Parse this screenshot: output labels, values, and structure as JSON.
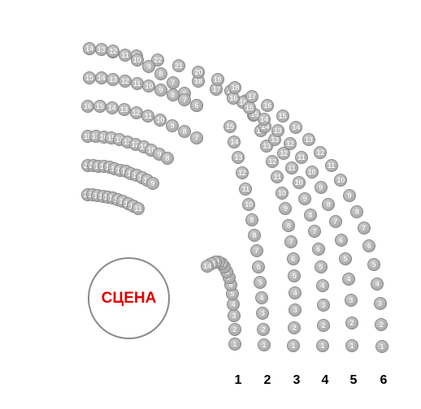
{
  "stage": {
    "label": "СЦЕНА"
  },
  "row_labels": [
    "1",
    "2",
    "3",
    "4",
    "5",
    "6"
  ],
  "colors": {
    "stage_text": "#e00000",
    "seat_fill": "#b3b3b3",
    "seat_text": "#ffffff"
  },
  "sections": {
    "right": [
      {
        "row": "1",
        "seats": [
          "1",
          "2",
          "3",
          "4",
          "5",
          "6",
          "7",
          "8",
          "9",
          "10",
          "11",
          "12",
          "13",
          "14"
        ]
      },
      {
        "row": "2",
        "seats": [
          "1",
          "2",
          "3",
          "4",
          "5",
          "6",
          "7",
          "8",
          "9",
          "10",
          "11",
          "12",
          "13",
          "14",
          "15"
        ]
      },
      {
        "row": "3",
        "seats": [
          "1",
          "2",
          "3",
          "4",
          "5",
          "6",
          "7",
          "8",
          "9",
          "10",
          "11",
          "12",
          "13",
          "14",
          "15",
          "16"
        ]
      },
      {
        "row": "4",
        "seats": [
          "1",
          "2",
          "3",
          "4",
          "5",
          "6",
          "7",
          "8",
          "9",
          "10",
          "11",
          "12",
          "13",
          "14",
          "15",
          "16",
          "17"
        ]
      },
      {
        "row": "5",
        "seats": [
          "1",
          "2",
          "3",
          "4",
          "5",
          "6",
          "7",
          "8",
          "9",
          "10",
          "11",
          "12",
          "13",
          "14",
          "15",
          "16",
          "17",
          "18"
        ]
      },
      {
        "row": "6",
        "seats": [
          "1",
          "2",
          "3",
          "4",
          "5",
          "6",
          "7",
          "8",
          "9",
          "10",
          "11",
          "12",
          "13",
          "14",
          "15",
          "16",
          "17",
          "18",
          "19",
          "20",
          "21",
          "22",
          "23",
          "24",
          "25"
        ]
      }
    ],
    "left": [
      {
        "row": "1",
        "seats": [
          "11",
          "12",
          "13",
          "14",
          "15",
          "16",
          "17",
          "18",
          "19",
          "20",
          "21"
        ]
      },
      {
        "row": "2",
        "seats": [
          "9",
          "10",
          "11",
          "12",
          "13",
          "14",
          "15",
          "16",
          "17",
          "18",
          "19",
          "20",
          "21"
        ]
      },
      {
        "row": "3",
        "seats": [
          "8",
          "9",
          "10",
          "11",
          "12",
          "13",
          "14",
          "15",
          "16",
          "17",
          "18"
        ]
      },
      {
        "row": "4",
        "seats": [
          "7",
          "8",
          "9",
          "10",
          "11",
          "12",
          "13",
          "14",
          "15",
          "16"
        ]
      },
      {
        "row": "5",
        "seats": [
          "6",
          "7",
          "8",
          "9",
          "10",
          "11",
          "12",
          "13",
          "14",
          "15"
        ]
      },
      {
        "row": "6",
        "seats": [
          "5",
          "6",
          "7",
          "8",
          "9",
          "10",
          "11",
          "12",
          "13",
          "14"
        ]
      }
    ]
  }
}
